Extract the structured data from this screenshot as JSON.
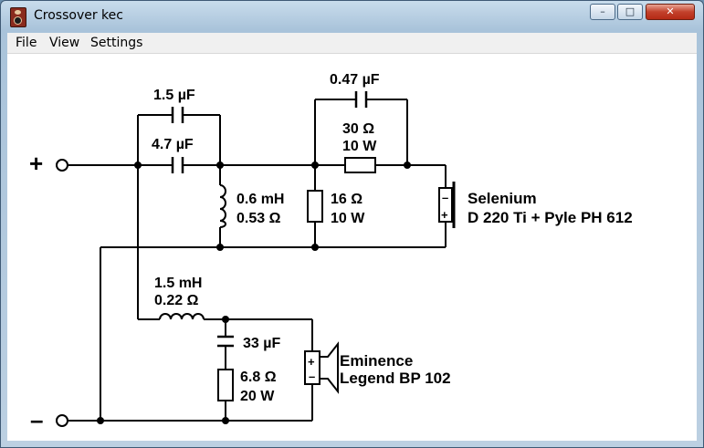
{
  "window": {
    "title": "Crossover kec",
    "buttons": {
      "minimize": "–",
      "maximize": "□",
      "close": "✕"
    }
  },
  "menu": {
    "items": [
      "File",
      "View",
      "Settings"
    ]
  },
  "circuit": {
    "terminals": {
      "plus": "+",
      "minus": "–"
    },
    "labels": {
      "c_series_top": "1.5 µF",
      "c_series_bottom": "4.7 µF",
      "c_bypass": "0.47 µF",
      "r_series": [
        "30 Ω",
        "10 W"
      ],
      "l_shunt": [
        "0.6 mH",
        "0.53 Ω"
      ],
      "r_shunt": [
        "16 Ω",
        "10 W"
      ],
      "tweeter": [
        "Selenium",
        "D 220 Ti + Pyle PH 612"
      ],
      "l_woofer": [
        "1.5 mH",
        "0.22 Ω"
      ],
      "c_woofer": "33 µF",
      "r_woofer": [
        "6.8 Ω",
        "20 W"
      ],
      "woofer": [
        "Eminence",
        "Legend BP 102"
      ],
      "polarity_plus": "+",
      "polarity_minus": "–"
    }
  }
}
